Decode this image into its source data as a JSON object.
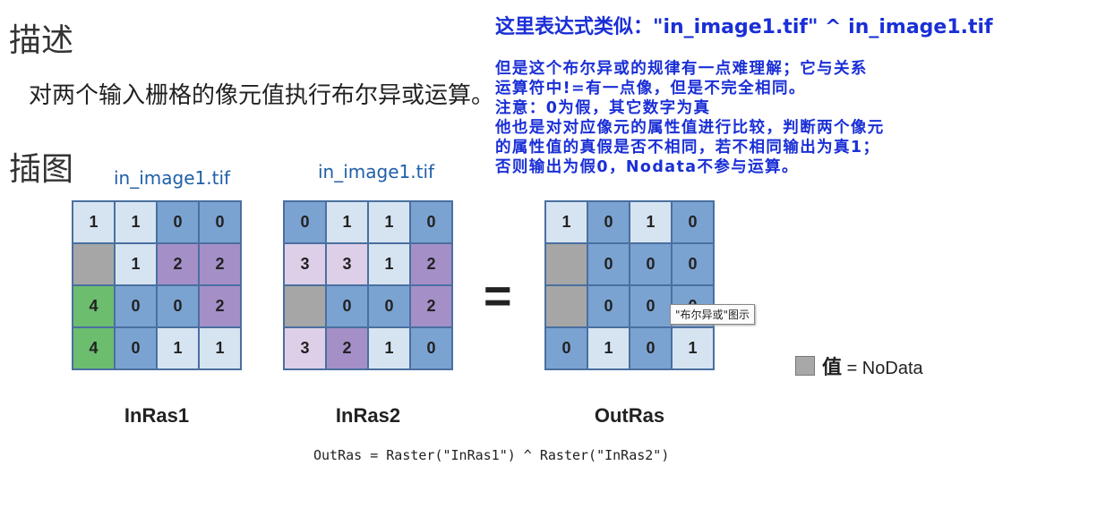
{
  "headings": {
    "description": "描述",
    "illustration": "插图"
  },
  "description_text": "对两个输入栅格的像元值执行布尔异或运算。",
  "figure": {
    "file_label_1": "in_image1.tif",
    "file_label_2": "in_image1.tif",
    "equals": "=",
    "tooltip": "\"布尔异或\"图示",
    "legend": {
      "value_label": "值",
      "rest": " = NoData"
    },
    "formula": "OutRas = Raster(\"InRas1\") ^ Raster(\"InRas2\")",
    "rasters": [
      {
        "label": "InRas1",
        "cells": [
          [
            {
              "v": "1",
              "c": "#d6e4f1"
            },
            {
              "v": "1",
              "c": "#d6e4f1"
            },
            {
              "v": "0",
              "c": "#7ba3d1"
            },
            {
              "v": "0",
              "c": "#7ba3d1"
            }
          ],
          [
            {
              "v": "",
              "c": "#a6a6a6"
            },
            {
              "v": "1",
              "c": "#d6e4f1"
            },
            {
              "v": "2",
              "c": "#a48fc7"
            },
            {
              "v": "2",
              "c": "#a48fc7"
            }
          ],
          [
            {
              "v": "4",
              "c": "#6cbd6e"
            },
            {
              "v": "0",
              "c": "#7ba3d1"
            },
            {
              "v": "0",
              "c": "#7ba3d1"
            },
            {
              "v": "2",
              "c": "#a48fc7"
            }
          ],
          [
            {
              "v": "4",
              "c": "#6cbd6e"
            },
            {
              "v": "0",
              "c": "#7ba3d1"
            },
            {
              "v": "1",
              "c": "#d6e4f1"
            },
            {
              "v": "1",
              "c": "#d6e4f1"
            }
          ]
        ]
      },
      {
        "label": "InRas2",
        "cells": [
          [
            {
              "v": "0",
              "c": "#7ba3d1"
            },
            {
              "v": "1",
              "c": "#d6e4f1"
            },
            {
              "v": "1",
              "c": "#d6e4f1"
            },
            {
              "v": "0",
              "c": "#7ba3d1"
            }
          ],
          [
            {
              "v": "3",
              "c": "#ddcfe8"
            },
            {
              "v": "3",
              "c": "#ddcfe8"
            },
            {
              "v": "1",
              "c": "#d6e4f1"
            },
            {
              "v": "2",
              "c": "#a48fc7"
            }
          ],
          [
            {
              "v": "",
              "c": "#a6a6a6"
            },
            {
              "v": "0",
              "c": "#7ba3d1"
            },
            {
              "v": "0",
              "c": "#7ba3d1"
            },
            {
              "v": "2",
              "c": "#a48fc7"
            }
          ],
          [
            {
              "v": "3",
              "c": "#ddcfe8"
            },
            {
              "v": "2",
              "c": "#a48fc7"
            },
            {
              "v": "1",
              "c": "#d6e4f1"
            },
            {
              "v": "0",
              "c": "#7ba3d1"
            }
          ]
        ]
      },
      {
        "label": "OutRas",
        "cells": [
          [
            {
              "v": "1",
              "c": "#d6e4f1"
            },
            {
              "v": "0",
              "c": "#7ba3d1"
            },
            {
              "v": "1",
              "c": "#d6e4f1"
            },
            {
              "v": "0",
              "c": "#7ba3d1"
            }
          ],
          [
            {
              "v": "",
              "c": "#a6a6a6"
            },
            {
              "v": "0",
              "c": "#7ba3d1"
            },
            {
              "v": "0",
              "c": "#7ba3d1"
            },
            {
              "v": "0",
              "c": "#7ba3d1"
            }
          ],
          [
            {
              "v": "",
              "c": "#a6a6a6"
            },
            {
              "v": "0",
              "c": "#7ba3d1"
            },
            {
              "v": "0",
              "c": "#7ba3d1"
            },
            {
              "v": "0",
              "c": "#7ba3d1"
            }
          ],
          [
            {
              "v": "0",
              "c": "#7ba3d1"
            },
            {
              "v": "1",
              "c": "#d6e4f1"
            },
            {
              "v": "0",
              "c": "#7ba3d1"
            },
            {
              "v": "1",
              "c": "#d6e4f1"
            }
          ]
        ]
      }
    ]
  },
  "annotation": {
    "line1": "这里表达式类似：\"in_image1.tif\" ^ in_image1.tif",
    "lines": [
      "但是这个布尔异或的规律有一点难理解；它与关系",
      "运算符中!=有一点像，但是不完全相同。",
      "注意：0为假，其它数字为真",
      "他也是对对应像元的属性值进行比较，判断两个像元",
      "的属性值的真假是否不相同，若不相同输出为真1；",
      "否则输出为假0，Nodata不参与运算。"
    ]
  }
}
